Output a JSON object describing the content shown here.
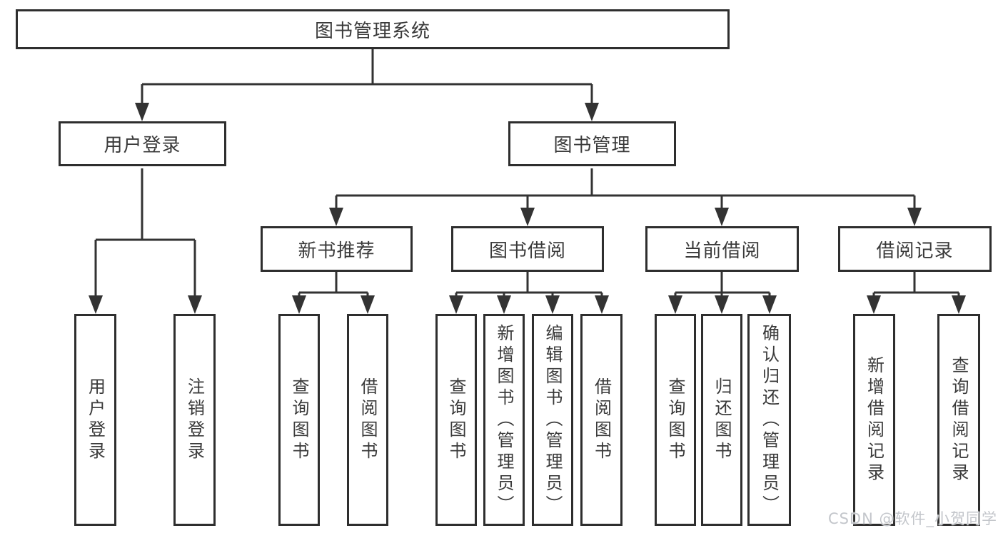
{
  "watermark": "CSDN @软件_小贺同学",
  "colors": {
    "line": "#333333",
    "box_border": "#2e2e2e",
    "text": "#3a3a3a",
    "background": "#ffffff",
    "watermark_text": "#c3c6cb"
  },
  "tree": {
    "root": {
      "label": "图书管理系统"
    },
    "user_login": {
      "label": "用户登录",
      "children": [
        {
          "label": "用户登录"
        },
        {
          "label": "注销登录"
        }
      ]
    },
    "book_mgmt": {
      "label": "图书管理"
    },
    "new_book": {
      "label": "新书推荐",
      "children": [
        {
          "label": "查询图书"
        },
        {
          "label": "借阅图书"
        }
      ]
    },
    "borrow": {
      "label": "图书借阅",
      "children": [
        {
          "label": "查询图书"
        },
        {
          "label": "新增图书（管理员）"
        },
        {
          "label": "编辑图书（管理员）"
        },
        {
          "label": "借阅图书"
        }
      ]
    },
    "current": {
      "label": "当前借阅",
      "children": [
        {
          "label": "查询图书"
        },
        {
          "label": "归还图书"
        },
        {
          "label": "确认归还（管理员）"
        }
      ]
    },
    "records": {
      "label": "借阅记录",
      "children": [
        {
          "label": "新增借阅记录"
        },
        {
          "label": "查询借阅记录"
        }
      ]
    }
  }
}
